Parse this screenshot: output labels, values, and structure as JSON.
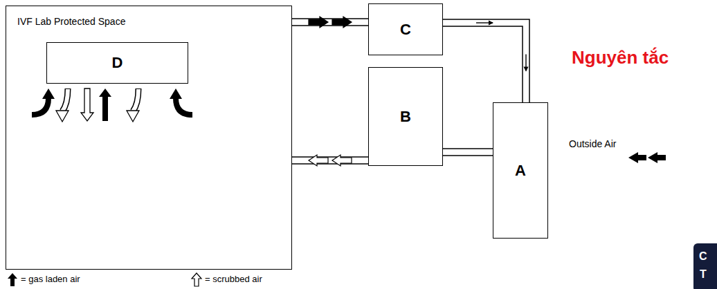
{
  "diagram": {
    "nodes": [
      {
        "text": [
          "IVF Lab Protected Space"
        ]
      },
      {
        "text": [
          "D"
        ],
        "in": 0
      },
      {
        "text": [
          "C"
        ]
      },
      {
        "text": [
          "B"
        ]
      },
      {
        "text": [
          "A"
        ]
      }
    ],
    "edges": [
      {
        "from": 0,
        "to": 2,
        "arrow": "to"
      },
      {
        "from": 2,
        "to": 4,
        "arrow": "to"
      },
      {
        "from": 4,
        "to": 3,
        "arrow": "none"
      },
      {
        "from": 3,
        "to": 0,
        "arrow": "to"
      }
    ],
    "labels": [
      "Outside Air",
      "Nguyên tắc",
      "C",
      "T"
    ],
    "legend": [
      {
        "text": "= gas laden air"
      },
      {
        "text": "= scrubbed air"
      }
    ]
  }
}
